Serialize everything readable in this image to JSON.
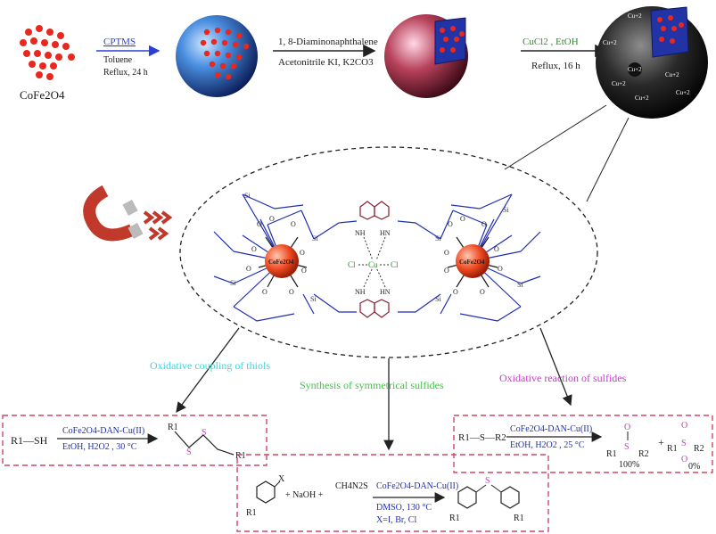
{
  "top": {
    "cofe_label": "CoFe2O4",
    "step1": {
      "reagent": "CPTMS",
      "solvent": "Toluene",
      "cond": "Reflux, 24 h"
    },
    "step2": {
      "reagent": "1, 8-Diaminonaphthalene",
      "cond": "Acetonitrile KI, K2CO3"
    },
    "step3": {
      "reagent": "CuCl2 , EtOH",
      "cond": "Reflux, 16 h"
    },
    "cu_label": "Cu+2"
  },
  "center": {
    "core_label": "CoFe2O4",
    "si": "Si",
    "o": "O",
    "nh": "NH",
    "hn": "HN",
    "cl": "Cl",
    "cu": "Cu"
  },
  "branches": {
    "thiols_title": "Oxidative coupling of thiols",
    "symm_title": "Synthesis of symmetrical sulfides",
    "oxid_title": "Oxidative reaction of sulfides"
  },
  "reactions": {
    "thiols": {
      "substrate": "R1—SH",
      "catalyst": "CoFe2O4-DAN-Cu(II)",
      "cond": "EtOH, H2O2 , 30 °C",
      "r1": "R1",
      "s": "S"
    },
    "sulfides": {
      "substrate": "R1—S—R2",
      "catalyst": "CoFe2O4-DAN-Cu(II)",
      "cond": "EtOH, H2O2 , 25 °C",
      "r1": "R1",
      "r2": "R2",
      "s": "S",
      "o": "O",
      "yield1": "100%",
      "yield2": "0%",
      "plus": "+"
    },
    "symm": {
      "x": "X",
      "r1": "R1",
      "plus1": "+ NaOH +",
      "reagent": "CH4N2S",
      "catalyst": "CoFe2O4-DAN-Cu(II)",
      "cond": "DMSO, 130 °C",
      "halides": "X=I, Br, Cl",
      "s": "S"
    }
  },
  "colors": {
    "arrow_blue": "#2a3fd6",
    "dash_red": "#d64567",
    "green": "#44c24a",
    "cyan": "#3fd3e0",
    "magenta": "#c23ec6"
  }
}
